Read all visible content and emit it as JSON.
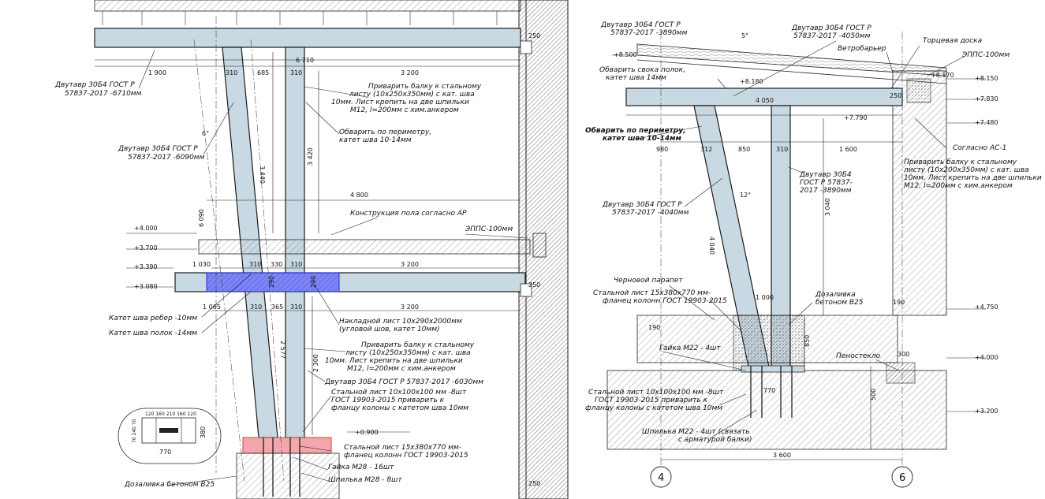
{
  "colors": {
    "steel": "#c9d9e3",
    "steel_stroke": "#1a1a1a",
    "highlight": "#4a4cff",
    "base_plate": "#f3a7ad",
    "hatch": "#555555"
  },
  "left": {
    "labels": {
      "beam_top": "Двутавр 30Б4 ГОСТ Р",
      "beam_top_2": "57837-2017 -6710мм",
      "column_incl": "Двутавр 30Б4 ГОСТ Р",
      "column_incl_2": "57837-2017 -6090мм",
      "weld_plate_1": "Приварить балку к стальному",
      "weld_plate_2": "листу (10х250х350мм) с кат. шва",
      "weld_plate_3": "10мм. Лист крепить на две шпильки",
      "weld_plate_4": "М12, l=200мм с хим.анкером",
      "perimeter_1": "Обварить по периметру,",
      "perimeter_2": "катет шва 10-14мм",
      "floor": "Конструкция пола согласно АР",
      "epps": "ЭППС-100мм",
      "rib_weld": "Катет шва ребер -10мм",
      "flange_weld": "Катет шва полок -14мм",
      "overlay_1": "Накладной лист 10х290х2000мм",
      "overlay_2": "(угловой шов, катет 10мм)",
      "weld_plate_b1": "Приварить балку к стальному",
      "weld_plate_b2": "листу (10х250х350мм) с кат. шва",
      "weld_plate_b3": "10мм. Лист крепить на две шпильки",
      "weld_plate_b4": "М12, l=200мм с хим.анкером",
      "column_vert": "Двутавр 30Б4 ГОСТ Р 57837-2017 -6030мм",
      "steel_sheet_1": "Стальной лист 10х100х100 мм -8шт",
      "steel_sheet_2": "ГОСТ 19903-2015 приварить к",
      "steel_sheet_3": "фланцу колоны с катетом шва 10мм",
      "flange_sheet_1": "Стальной лист 15х380х770 мм-",
      "flange_sheet_2": "фланец колонн ГОСТ 19903-2015",
      "nut": "Гайка М28 - 16шт",
      "stud": "Шпилька М28 - 8шт",
      "grout": "Дозаливка бетоном В25"
    },
    "dims": {
      "d1900": "1 900",
      "d6710": "6 710",
      "d3200a": "3 200",
      "d310a": "310",
      "d685": "685",
      "d310b": "310",
      "d250a": "250",
      "d3440": "3 440",
      "d3420": "3 420",
      "d6deg": "6°",
      "d4800": "4 800",
      "d6090": "6 090",
      "d1030": "1 030",
      "d310c": "310",
      "d330": "330",
      "d310d": "310",
      "d3200b": "3 200",
      "d250b": "250",
      "d290a": "290",
      "d290b": "290",
      "d1065": "1 065",
      "d310e": "310",
      "d365": "365",
      "d310f": "310",
      "d3200c": "3 200",
      "d2577": "2 577",
      "d2300": "2 300",
      "d250c": "250",
      "d770": "770",
      "d380": "380",
      "d_small_row": "120 160 210 160 120",
      "d_side": "70 240 70"
    },
    "elev": {
      "e4000": "+4.000",
      "e3700": "+3.700",
      "e3390": "+3.390",
      "e3080": "+3.080",
      "e0900": "+0.900"
    }
  },
  "right": {
    "labels": {
      "beam_a": "Двутавр 30Б4 ГОСТ Р",
      "beam_a2": "57837-2017 -3890мм",
      "beam_b": "Двутавр 30Б4 ГОСТ Р",
      "beam_b2": "57837-2017 -4050мм",
      "end_board": "Торцевая доска",
      "wind": "Ветробарьер",
      "epps": "ЭППС-100мм",
      "weld_sides_1": "Обварить свока полок,",
      "weld_sides_2": "катет шва 14мм",
      "perimeter_1": "Обварить по периметру,",
      "perimeter_2": "катет шва 10-14мм",
      "as1": "Согласно АС-1",
      "weld_plate_1": "Приварить балку к стальному",
      "weld_plate_2": "листу (10х200х350мм) с кат. шва",
      "weld_plate_3": "10мм. Лист крепить на две шпильки",
      "weld_plate_4": "М12, l=200мм с хим.анкером",
      "col_vert_1": "Двутавр 30Б4",
      "col_vert_2": "ГОСТ Р 57837-",
      "col_vert_3": "2017 -3890мм",
      "col_incl_1": "Двутавр 30Б4 ГОСТ Р",
      "col_incl_2": "57837-2017 -4040мм",
      "parapet": "Черновой парапет",
      "flange_1": "Стальной лист 15х380х770 мм-",
      "flange_2": "фланец колонн ГОСТ 19903-2015",
      "grout_1": "Дозаливка",
      "grout_2": "бетоном В25",
      "nut": "Гайка М22 - 4шт",
      "foam_glass": "Пеностекло",
      "steel_1": "Стальной лист 10х100х100 мм -8шт",
      "steel_2": "ГОСТ 19903-2015 приварить к",
      "steel_3": "фланцу колоны с катетом шва 10мм",
      "stud_1": "Шпилька М22 - 4шт (связать",
      "stud_2": "с арматурой балки)"
    },
    "dims": {
      "d5deg": "5°",
      "d12deg": "12°",
      "d4050": "4 050",
      "d250": "250",
      "d980": "980",
      "d312": "312",
      "d850": "850",
      "d310": "310",
      "d1600": "1 600",
      "d3040": "3 040",
      "d4040": "4 040",
      "d1000": "1 000",
      "d190a": "190",
      "d190b": "190",
      "d850v": "850",
      "d300": "300",
      "d770": "770",
      "d500": "500",
      "d3600": "3 600"
    },
    "elev": {
      "e8500": "+8.500",
      "e8180": "+8.180",
      "e8170": "+8.170",
      "e8150": "+8.150",
      "e7830": "+7.830",
      "e7790": "+7.790",
      "e7480": "+7.480",
      "e4750": "+4.750",
      "e4000": "+4.000",
      "e3200": "+3.200"
    },
    "axes": {
      "a4": "4",
      "a6": "6"
    }
  }
}
